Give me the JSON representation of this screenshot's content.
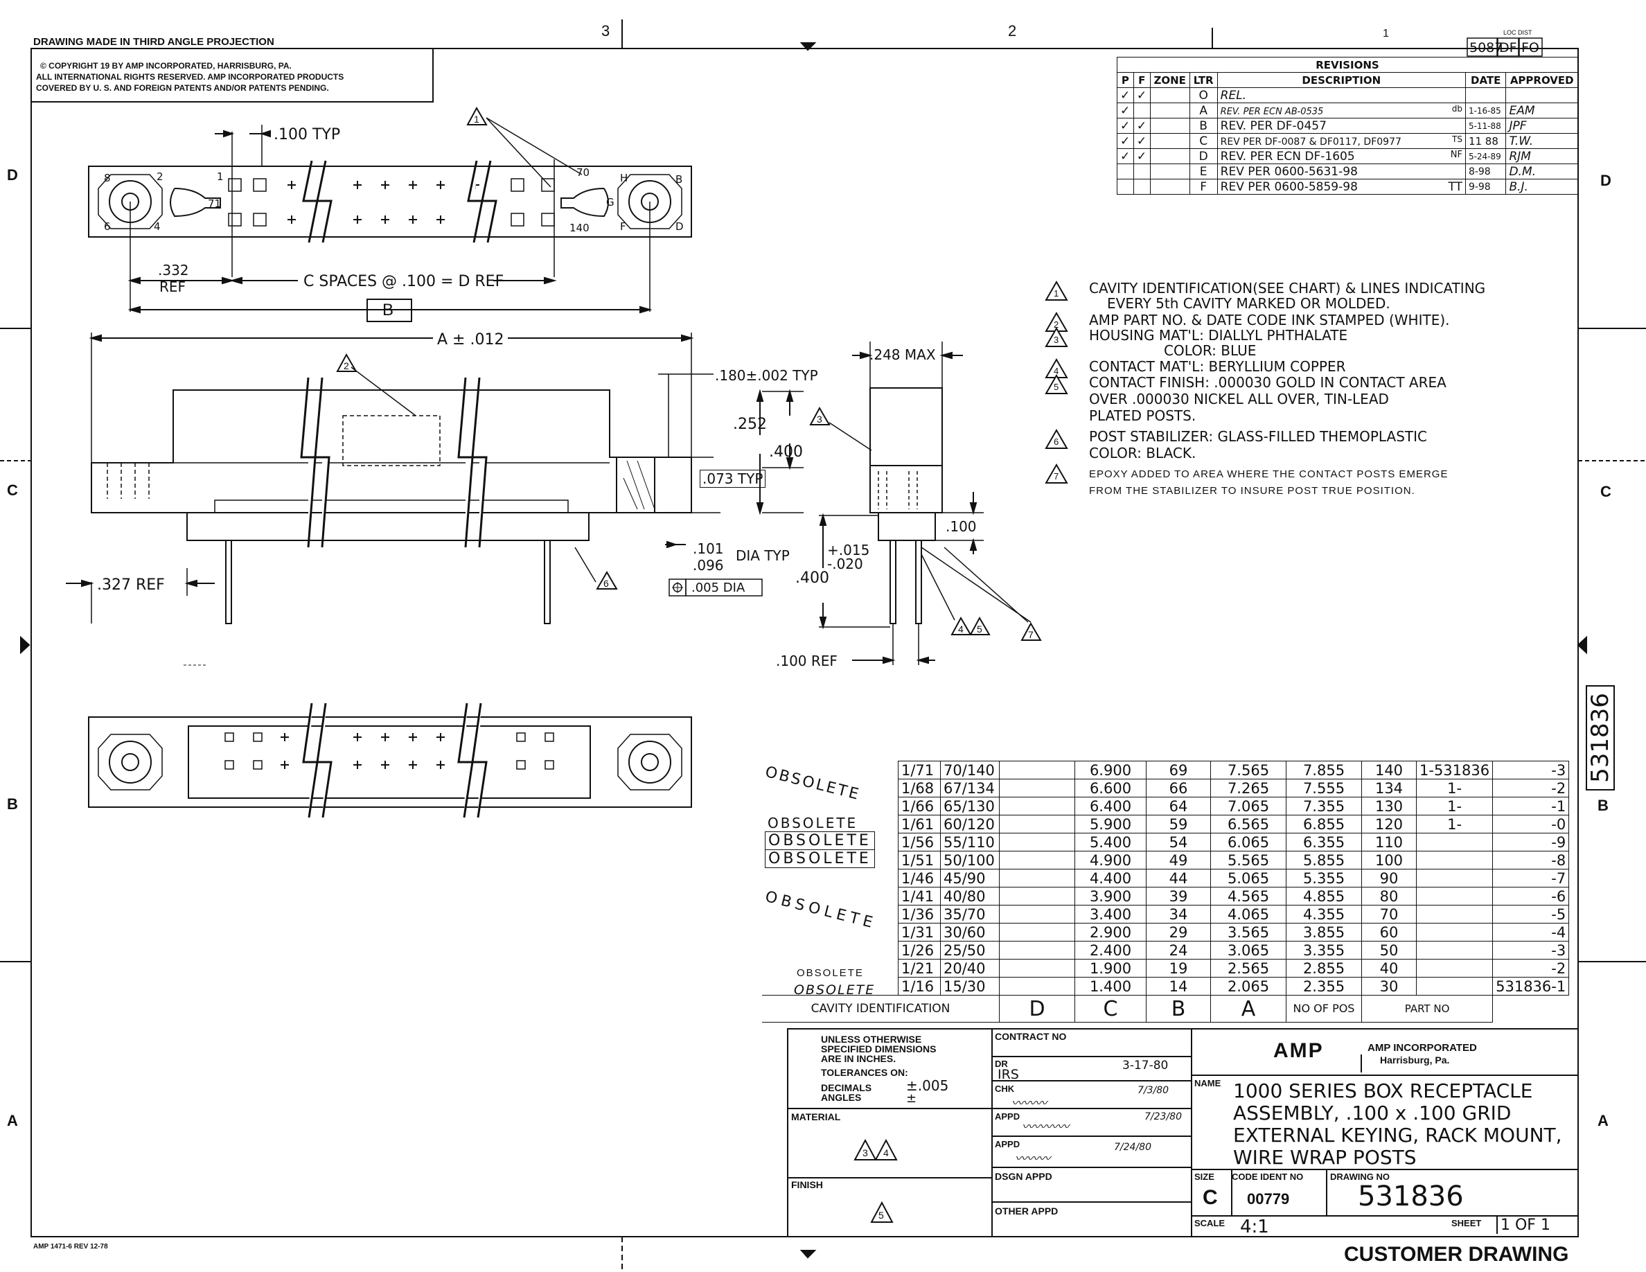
{
  "header": {
    "projection": "DRAWING MADE IN THIRD ANGLE PROJECTION",
    "copyright_line1": "© COPYRIGHT 19      BY AMP INCORPORATED, HARRISBURG, PA.",
    "copyright_line2": "ALL INTERNATIONAL RIGHTS RESERVED. AMP INCORPORATED PRODUCTS",
    "copyright_line3": "COVERED BY U. S. AND FOREIGN PATENTS AND/OR PATENTS PENDING.",
    "zone_numbers": [
      "3",
      "2",
      "1"
    ],
    "zone_letters": [
      "D",
      "C",
      "B",
      "A"
    ],
    "corner_code": "5087",
    "corner_loc": "DF",
    "corner_dist": "FO",
    "corner_small": "LOC  DIST"
  },
  "revisions": {
    "title": "REVISIONS",
    "headers": [
      "P",
      "F",
      "ZONE",
      "LTR",
      "DESCRIPTION",
      "DATE",
      "APPROVED"
    ],
    "rows": [
      {
        "ltr": "O",
        "desc": "REL.",
        "note": "",
        "date": "",
        "appr": ""
      },
      {
        "ltr": "A",
        "desc": "REV. PER ECN AB-0535",
        "note": "db",
        "date": "1-16-85",
        "appr": "EAM"
      },
      {
        "ltr": "B",
        "desc": "REV. PER DF-0457",
        "note": "",
        "date": "5-11-88",
        "appr": "JPF"
      },
      {
        "ltr": "C",
        "desc": "REV PER DF-0087 & DF0117, DF0977",
        "note": "TS",
        "date": "11 88",
        "appr": "T.W."
      },
      {
        "ltr": "D",
        "desc": "REV. PER ECN DF-1605",
        "note": "NF",
        "date": "5-24-89",
        "appr": "RJM"
      },
      {
        "ltr": "E",
        "desc": "REV PER 0600-5631-98",
        "note": "",
        "date": "8-98",
        "appr": "D.M."
      },
      {
        "ltr": "F",
        "desc": "REV PER 0600-5859-98",
        "note": "TT",
        "date": "9-98",
        "appr": "B.J."
      }
    ]
  },
  "notes": [
    {
      "num": "1",
      "text": "CAVITY IDENTIFICATION(SEE CHART) & LINES INDICATING"
    },
    {
      "num": "",
      "text": "EVERY 5th CAVITY  MARKED OR MOLDED."
    },
    {
      "num": "2",
      "text": "AMP PART NO. & DATE CODE INK STAMPED (WHITE)."
    },
    {
      "num": "3",
      "text": "HOUSING MAT'L: DIALLYL PHTHALATE"
    },
    {
      "num": "",
      "text": "COLOR: BLUE"
    },
    {
      "num": "4",
      "text": "CONTACT MAT'L: BERYLLIUM COPPER"
    },
    {
      "num": "5",
      "text": "CONTACT FINISH: .000030 GOLD IN CONTACT AREA"
    },
    {
      "num": "",
      "text": "OVER .000030 NICKEL ALL OVER, TIN-LEAD"
    },
    {
      "num": "",
      "text": "PLATED POSTS."
    },
    {
      "num": "6",
      "text": "POST STABILIZER: GLASS-FILLED THEMOPLASTIC"
    },
    {
      "num": "",
      "text": "COLOR: BLACK."
    },
    {
      "num": "7",
      "text": "EPOXY ADDED TO AREA WHERE THE CONTACT POSTS EMERGE"
    },
    {
      "num": "",
      "text": "FROM THE STABILIZER TO INSURE POST TRUE POSITION."
    }
  ],
  "dims": {
    "typ100": ".100 TYP",
    "ref332": ".332",
    "ref_word": "REF",
    "spaces": "C SPACES @ .100 = D REF",
    "b_label": "B",
    "a_label": "A ± .012",
    "max248": ".248 MAX",
    "typ180": ".180±.002 TYP",
    "d252": ".252",
    "d400": ".400",
    "typ073": ".073 TYP",
    "dia101": ".101",
    "dia096": ".096",
    "dia_typ": "DIA TYP",
    "tol005": ".005 DIA",
    "ref327": ".327 REF",
    "tol015": "+.015",
    "tol020": "-.020",
    "d400b": ".400",
    "d100": ".100",
    "ref100": ".100 REF",
    "cav_1": "1",
    "cav_2": "2",
    "cav_4": "4",
    "cav_6": "6",
    "cav_8": "8",
    "cav_70": "70",
    "cav_71": "71",
    "cav_140": "140",
    "key_H": "H",
    "key_B": "B",
    "key_G": "G",
    "key_F": "F",
    "key_D": "D"
  },
  "vertical_part_no": "531836",
  "part_table": {
    "headers": [
      "CAVITY IDENTIFICATION",
      "D",
      "C",
      "B",
      "A",
      "NO OF POS",
      "PART NO"
    ],
    "obsolete": "OBSOLETE",
    "rows": [
      {
        "cav1": "1/71",
        "cav2": "70/140",
        "d": "6.900",
        "c": "69",
        "b": "7.565",
        "a": "7.855",
        "pos": "140",
        "pre": "1-531836",
        "dash": "-3"
      },
      {
        "cav1": "1/68",
        "cav2": "67/134",
        "d": "6.600",
        "c": "66",
        "b": "7.265",
        "a": "7.555",
        "pos": "134",
        "pre": "1-",
        "dash": "-2"
      },
      {
        "cav1": "1/66",
        "cav2": "65/130",
        "d": "6.400",
        "c": "64",
        "b": "7.065",
        "a": "7.355",
        "pos": "130",
        "pre": "1-",
        "dash": "-1"
      },
      {
        "cav1": "1/61",
        "cav2": "60/120",
        "d": "5.900",
        "c": "59",
        "b": "6.565",
        "a": "6.855",
        "pos": "120",
        "pre": "1-",
        "dash": "-0"
      },
      {
        "cav1": "1/56",
        "cav2": "55/110",
        "d": "5.400",
        "c": "54",
        "b": "6.065",
        "a": "6.355",
        "pos": "110",
        "pre": "",
        "dash": "-9"
      },
      {
        "cav1": "1/51",
        "cav2": "50/100",
        "d": "4.900",
        "c": "49",
        "b": "5.565",
        "a": "5.855",
        "pos": "100",
        "pre": "",
        "dash": "-8"
      },
      {
        "cav1": "1/46",
        "cav2": "45/90",
        "d": "4.400",
        "c": "44",
        "b": "5.065",
        "a": "5.355",
        "pos": "90",
        "pre": "",
        "dash": "-7"
      },
      {
        "cav1": "1/41",
        "cav2": "40/80",
        "d": "3.900",
        "c": "39",
        "b": "4.565",
        "a": "4.855",
        "pos": "80",
        "pre": "",
        "dash": "-6"
      },
      {
        "cav1": "1/36",
        "cav2": "35/70",
        "d": "3.400",
        "c": "34",
        "b": "4.065",
        "a": "4.355",
        "pos": "70",
        "pre": "",
        "dash": "-5"
      },
      {
        "cav1": "1/31",
        "cav2": "30/60",
        "d": "2.900",
        "c": "29",
        "b": "3.565",
        "a": "3.855",
        "pos": "60",
        "pre": "",
        "dash": "-4"
      },
      {
        "cav1": "1/26",
        "cav2": "25/50",
        "d": "2.400",
        "c": "24",
        "b": "3.065",
        "a": "3.355",
        "pos": "50",
        "pre": "",
        "dash": "-3"
      },
      {
        "cav1": "1/21",
        "cav2": "20/40",
        "d": "1.900",
        "c": "19",
        "b": "2.565",
        "a": "2.855",
        "pos": "40",
        "pre": "",
        "dash": "-2"
      },
      {
        "cav1": "1/16",
        "cav2": "15/30",
        "d": "1.400",
        "c": "14",
        "b": "2.065",
        "a": "2.355",
        "pos": "30",
        "pre": "",
        "dash": "531836-1"
      }
    ]
  },
  "title_block": {
    "unless": "UNLESS OTHERWISE",
    "specified": "SPECIFIED DIMENSIONS",
    "inches": "ARE IN INCHES.",
    "tolerances": "TOLERANCES ON:",
    "decimals": "DECIMALS",
    "angles": "ANGLES",
    "tol_dec": "±.005",
    "tol_ang": "±",
    "contract": "CONTRACT NO",
    "dr": "DR",
    "dr_name": "IRS",
    "dr_date": "3-17-80",
    "chk": "CHK",
    "chk_date": "7/3/80",
    "appd": "APPD",
    "appd_date": "7/23/80",
    "appd2_date": "7/24/80",
    "material": "MATERIAL",
    "finish": "FINISH",
    "dsgn": "DSGN APPD",
    "other": "OTHER APPD",
    "company": "AMP INCORPORATED",
    "city": "Harrisburg, Pa.",
    "logo": "AMP",
    "name_label": "NAME",
    "name1": "1000 SERIES BOX RECEPTACLE",
    "name2": "ASSEMBLY, .100 x .100 GRID",
    "name3": "EXTERNAL KEYING, RACK MOUNT,",
    "name4": "WIRE WRAP POSTS",
    "size_label": "SIZE",
    "size": "C",
    "code_label": "CODE IDENT NO",
    "code": "00779",
    "dwg_label": "DRAWING NO",
    "dwg": "531836",
    "scale_label": "SCALE",
    "scale": "4:1",
    "sheet_label": "SHEET",
    "sheet": "1 OF 1",
    "customer": "CUSTOMER DRAWING",
    "form": "AMP 1471-6  REV 12-78"
  }
}
